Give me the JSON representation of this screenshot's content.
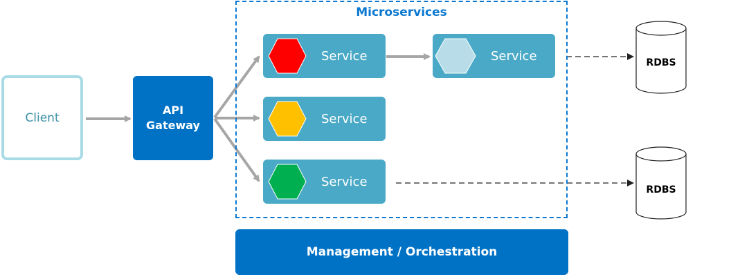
{
  "client": {
    "label": "Client"
  },
  "gateway": {
    "line1": "API",
    "line2": "Gateway"
  },
  "microservices": {
    "title": "Microservices",
    "services": [
      {
        "label": "Service",
        "hex_color": "#ff0000"
      },
      {
        "label": "Service",
        "hex_color": "#ffc000"
      },
      {
        "label": "Service",
        "hex_color": "#00b050"
      },
      {
        "label": "Service",
        "hex_color": "#b8dde8"
      }
    ]
  },
  "databases": [
    {
      "label": "RDBS"
    },
    {
      "label": "RDBS"
    }
  ],
  "management": {
    "label": "Management / Orchestration"
  },
  "colors": {
    "primary_blue": "#0072c6",
    "service_teal": "#4aa9c6",
    "client_border": "#a9dbe6",
    "arrow_gray": "#a6a6a6"
  }
}
